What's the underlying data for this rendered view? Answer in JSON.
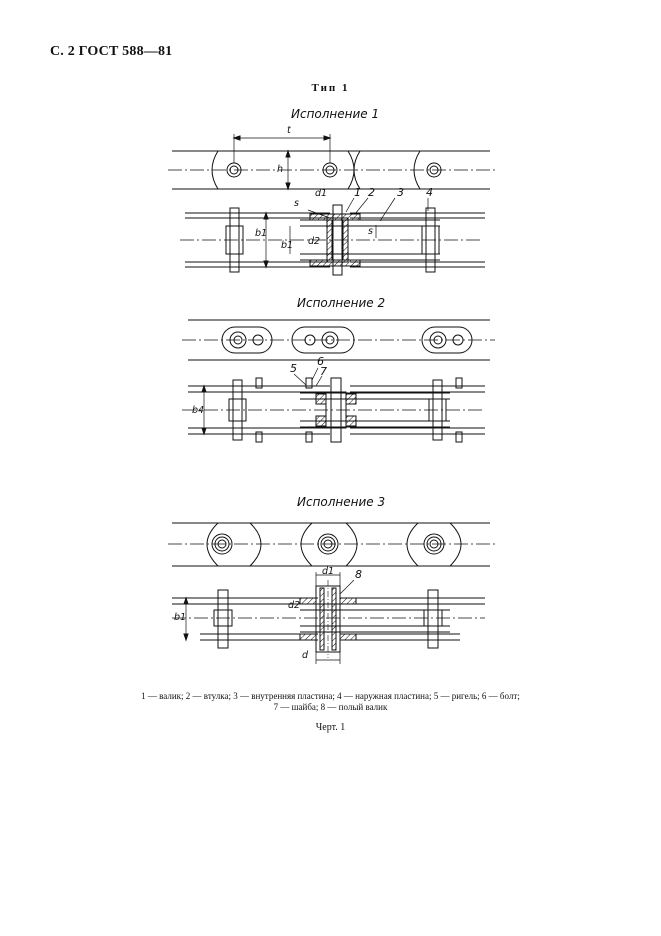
{
  "header": {
    "page_ref": "С. 2 ГОСТ 588—81"
  },
  "type_title": "Тип 1",
  "variants": {
    "v1": {
      "title": "Исполнение 1"
    },
    "v2": {
      "title": "Исполнение 2"
    },
    "v3": {
      "title": "Исполнение 3"
    }
  },
  "dims": {
    "t": "t",
    "h": "h",
    "s": "s",
    "d1": "d1",
    "d2": "d2",
    "d": "d",
    "b1": "b1",
    "b4": "b4"
  },
  "callouts": [
    "1",
    "2",
    "3",
    "4",
    "5",
    "6",
    "7",
    "8"
  ],
  "legend": {
    "line1": "1 — валик; 2 — втулка; 3 — внутренняя пластина; 4 — наружная пластина; 5 — ригель; 6 — болт;",
    "line2": "7 — шайба; 8 — полый валик"
  },
  "caption": "Черт. 1"
}
